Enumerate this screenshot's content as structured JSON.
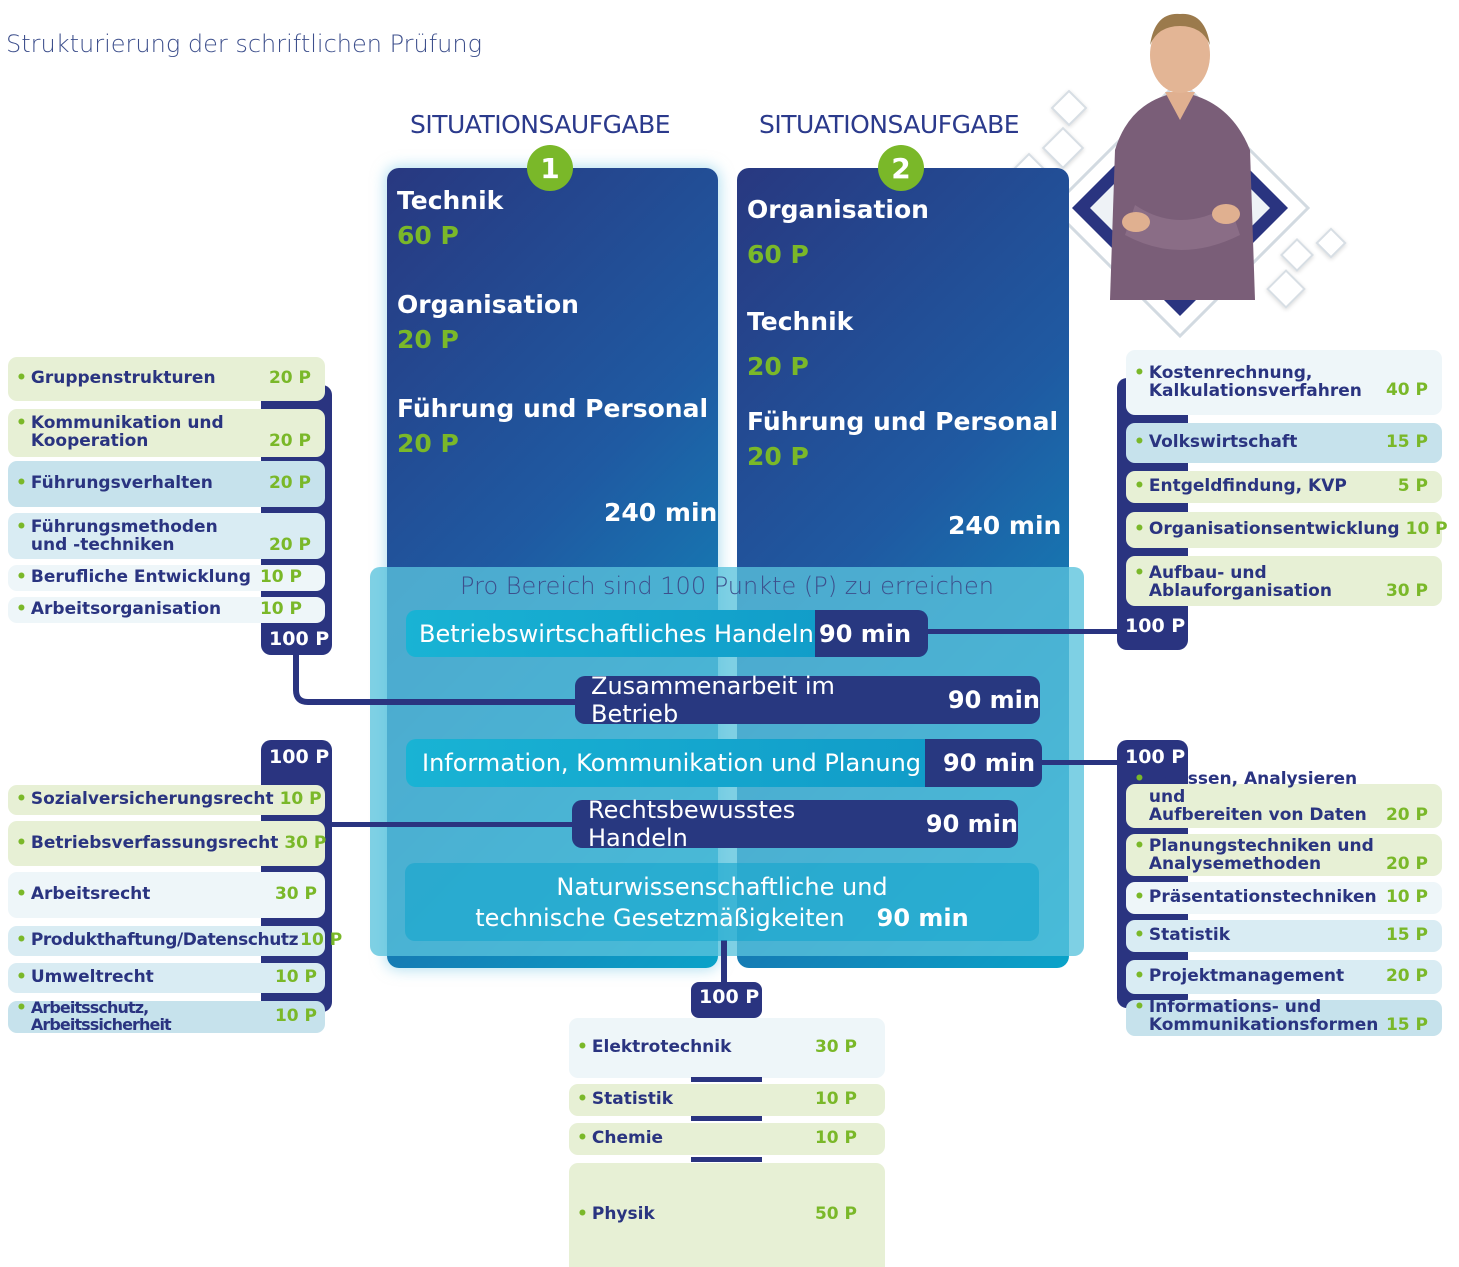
{
  "title": "Strukturierung der schriftlichen Prüfung",
  "situation1": {
    "heading": "SITUATIONSAUFGABE",
    "number": "1",
    "subjects": [
      {
        "name": "Technik",
        "points": "60 P"
      },
      {
        "name": "Organisation",
        "points": "20 P"
      },
      {
        "name": "Führung und Personal",
        "points": "20 P"
      }
    ],
    "duration": "240 min"
  },
  "situation2": {
    "heading": "SITUATIONSAUFGABE",
    "number": "2",
    "subjects": [
      {
        "name": "Organisation",
        "points": "60 P"
      },
      {
        "name": "Technik",
        "points": "20 P"
      },
      {
        "name": "Führung und Personal",
        "points": "20 P"
      }
    ],
    "duration": "240 min"
  },
  "areas": {
    "caption": "Pro Bereich sind 100 Punkte (P) zu erreichen",
    "items": [
      {
        "name": "Betriebswirtschaftliches Handeln",
        "duration": "90 min"
      },
      {
        "name": "Zusammenarbeit im Betrieb",
        "duration": "90 min"
      },
      {
        "name": "Information, Kommunikation und Planung",
        "duration": "90 min"
      },
      {
        "name": "Rechtsbewusstes Handeln",
        "duration": "90 min"
      },
      {
        "name_line1": "Naturwissenschaftliche und",
        "name_line2": "technische Gesetzmäßigkeiten",
        "duration": "90 min"
      }
    ]
  },
  "zusammenarbeit": {
    "total": "100 P",
    "items": [
      {
        "label": "Gruppenstrukturen",
        "points": "20 P"
      },
      {
        "label1": "Kommunikation und",
        "label2": "Kooperation",
        "points": "20 P"
      },
      {
        "label": "Führungsverhalten",
        "points": "20 P"
      },
      {
        "label1": "Führungsmethoden",
        "label2": "und -techniken",
        "points": "20 P"
      },
      {
        "label": "Berufliche Entwicklung",
        "points": "10 P"
      },
      {
        "label": "Arbeitsorganisation",
        "points": "10 P"
      }
    ]
  },
  "recht": {
    "total": "100 P",
    "items": [
      {
        "label": "Sozialversicherungsrecht",
        "points": "10 P"
      },
      {
        "label": "Betriebsverfassungsrecht",
        "points": "30 P"
      },
      {
        "label": "Arbeitsrecht",
        "points": "30 P"
      },
      {
        "label": "Produkthaftung/Datenschutz",
        "points": "10 P"
      },
      {
        "label": "Umweltrecht",
        "points": "10 P"
      },
      {
        "label": "Arbeitsschutz, Arbeitssicherheit",
        "points": "10 P"
      }
    ]
  },
  "bwl": {
    "total": "100 P",
    "items": [
      {
        "label1": "Kostenrechnung,",
        "label2": "Kalkulationsverfahren",
        "points": "40 P"
      },
      {
        "label": "Volkswirtschaft",
        "points": "15 P"
      },
      {
        "label": "Entgeldfindung, KVP",
        "points": "5 P"
      },
      {
        "label": "Organisationsentwicklung",
        "points": "10 P"
      },
      {
        "label1": "Aufbau- und",
        "label2": "Ablauforganisation",
        "points": "30 P"
      }
    ]
  },
  "ikp": {
    "total": "100 P",
    "items": [
      {
        "label1": "Erfassen, Analysieren und",
        "label2": "Aufbereiten von Daten",
        "points": "20 P"
      },
      {
        "label1": "Planungstechniken und",
        "label2": "Analysemethoden",
        "points": "20 P"
      },
      {
        "label": "Präsentationstechniken",
        "points": "10 P"
      },
      {
        "label": "Statistik",
        "points": "15 P"
      },
      {
        "label": "Projektmanagement",
        "points": "20 P"
      },
      {
        "label1": "Informations- und",
        "label2": "Kommunikationsformen",
        "points": "15 P"
      }
    ]
  },
  "natur": {
    "total": "100 P",
    "items": [
      {
        "label": "Elektrotechnik",
        "points": "30 P"
      },
      {
        "label": "Statistik",
        "points": "10 P"
      },
      {
        "label": "Chemie",
        "points": "10 P"
      },
      {
        "label": "Physik",
        "points": "50 P"
      }
    ]
  },
  "bullet": "•"
}
